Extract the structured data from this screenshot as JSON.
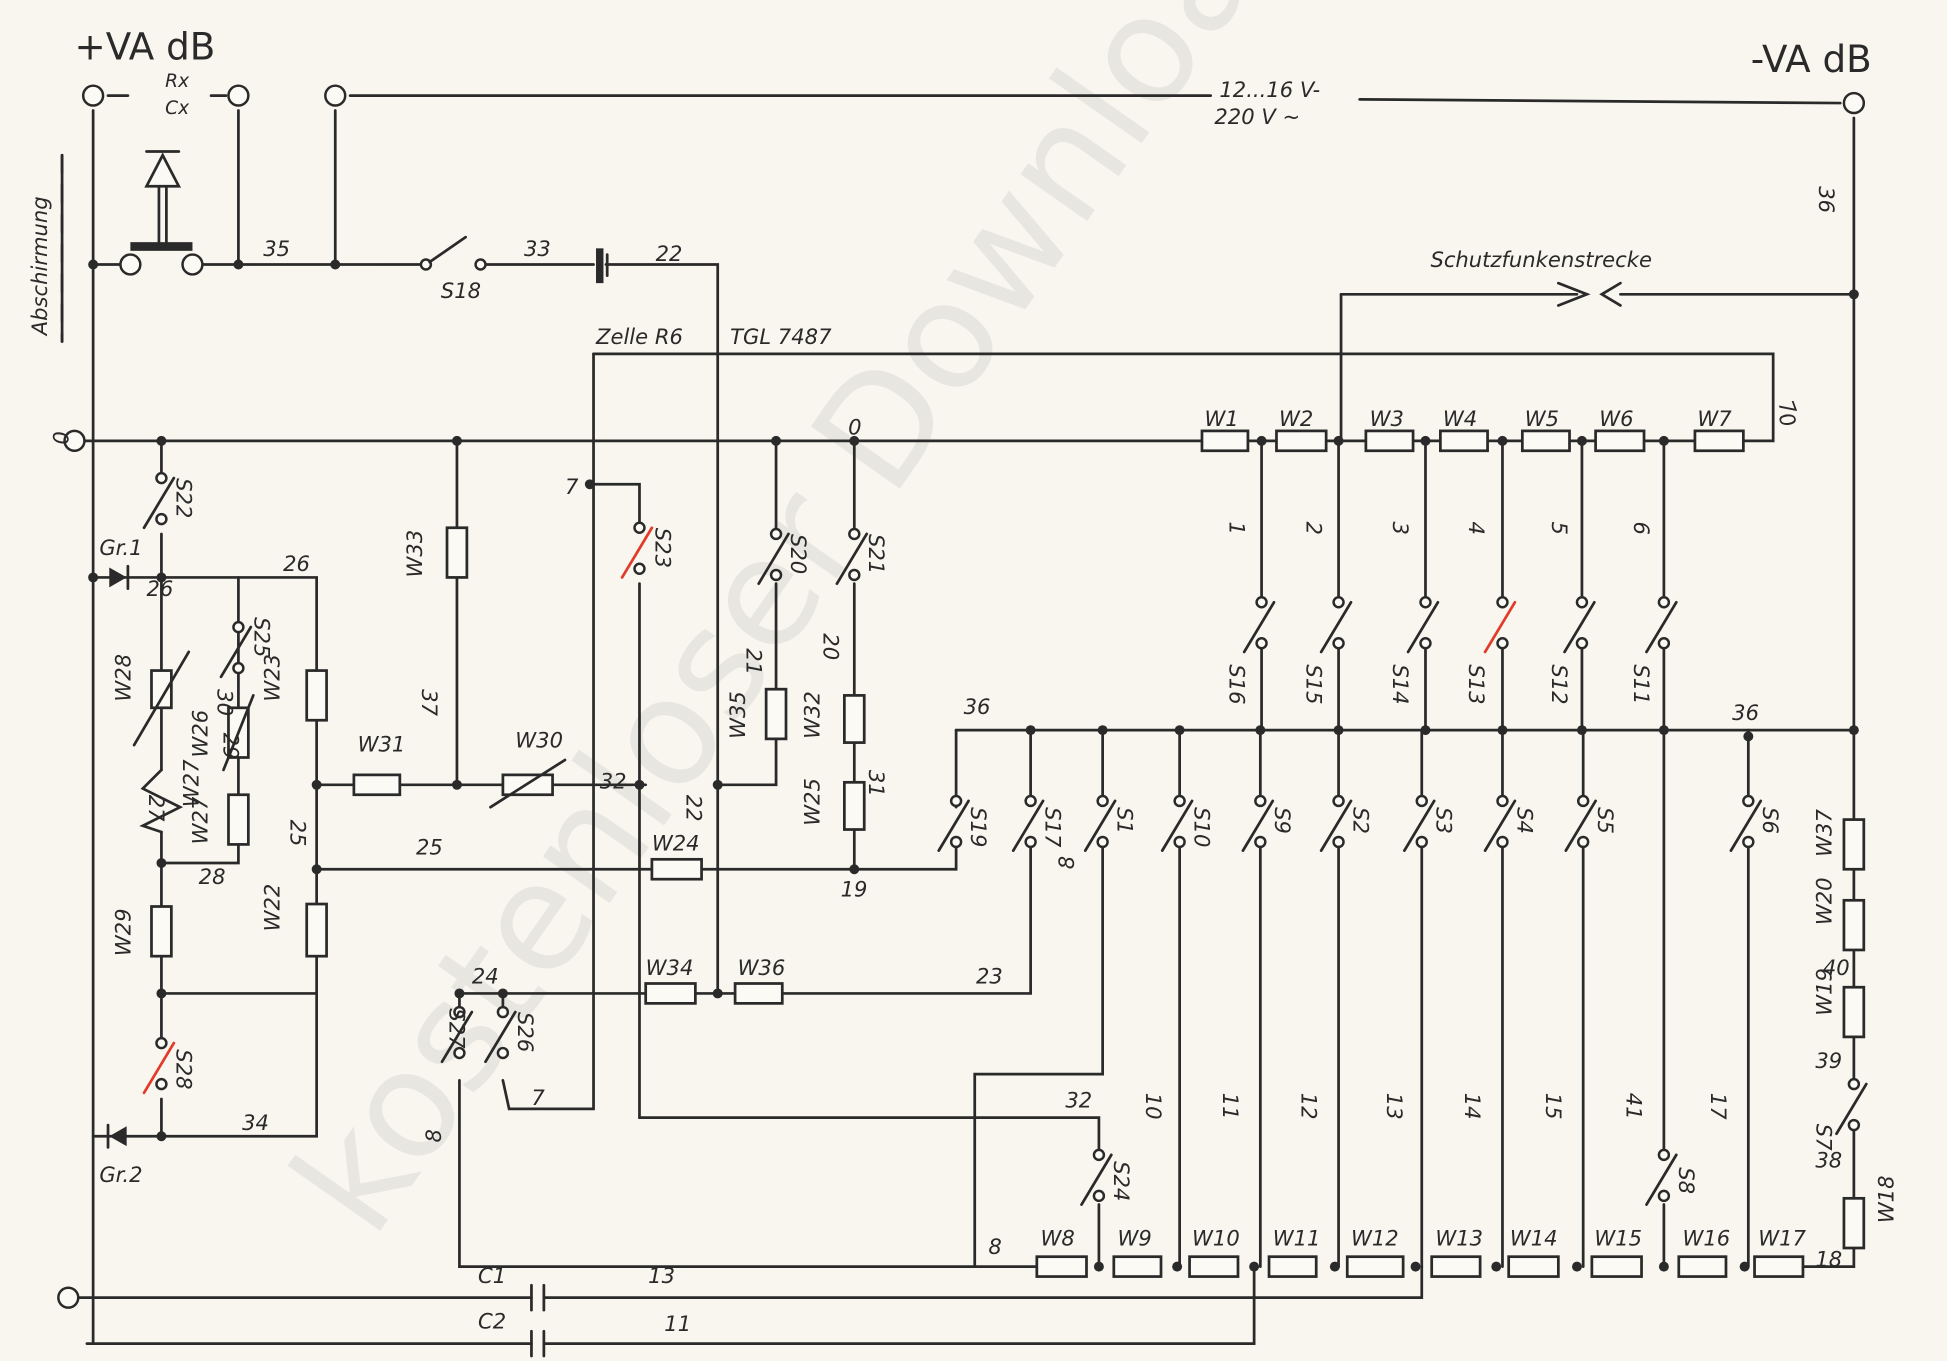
{
  "diagram": {
    "terminal_plus": "+VA dB",
    "terminal_minus": "-VA dB",
    "supply_dc": "12...16 V-",
    "supply_ac": "220 V ~",
    "rx": "Rx",
    "cx": "Cx",
    "shield": "Abschirmung",
    "spark_gap": "Schutzfunkenstrecke",
    "cell": "Zelle R6",
    "cell_std": "TGL 7487",
    "watermark": "kostenloser Download",
    "resistors": [
      "W1",
      "W2",
      "W3",
      "W4",
      "W5",
      "W6",
      "W7",
      "W8",
      "W9",
      "W10",
      "W11",
      "W12",
      "W13",
      "W14",
      "W15",
      "W16",
      "W17",
      "W18",
      "W19",
      "W20",
      "W37",
      "W22",
      "W23",
      "W24",
      "W25",
      "W32",
      "W35",
      "W33",
      "W31",
      "W30",
      "W29",
      "W34",
      "W36",
      "W26",
      "W27",
      "W28",
      "W27"
    ],
    "switches": [
      "S16",
      "S15",
      "S14",
      "S13",
      "S12",
      "S11",
      "S19",
      "S17",
      "S1",
      "S10",
      "S9",
      "S2",
      "S3",
      "S4",
      "S5",
      "S6",
      "S7",
      "S8",
      "S18",
      "S20",
      "S21",
      "S22",
      "S23",
      "S24",
      "S25",
      "S26",
      "S27",
      "S28"
    ],
    "diodes": [
      "Gr.1",
      "Gr.2"
    ],
    "capacitors": [
      "C1",
      "C2"
    ],
    "wire_numbers": [
      "35",
      "33",
      "22",
      "36",
      "36",
      "36",
      "0",
      "0",
      "0",
      "7",
      "7",
      "7",
      "1",
      "2",
      "3",
      "4",
      "5",
      "6",
      "37",
      "21",
      "20",
      "31",
      "22",
      "32",
      "26",
      "25",
      "25",
      "27",
      "28",
      "29",
      "30",
      "24",
      "23",
      "19",
      "8",
      "8",
      "8",
      "32",
      "10",
      "11",
      "12",
      "13",
      "14",
      "15",
      "41",
      "17",
      "40",
      "39",
      "38",
      "18",
      "13",
      "11",
      "34",
      "26"
    ]
  }
}
